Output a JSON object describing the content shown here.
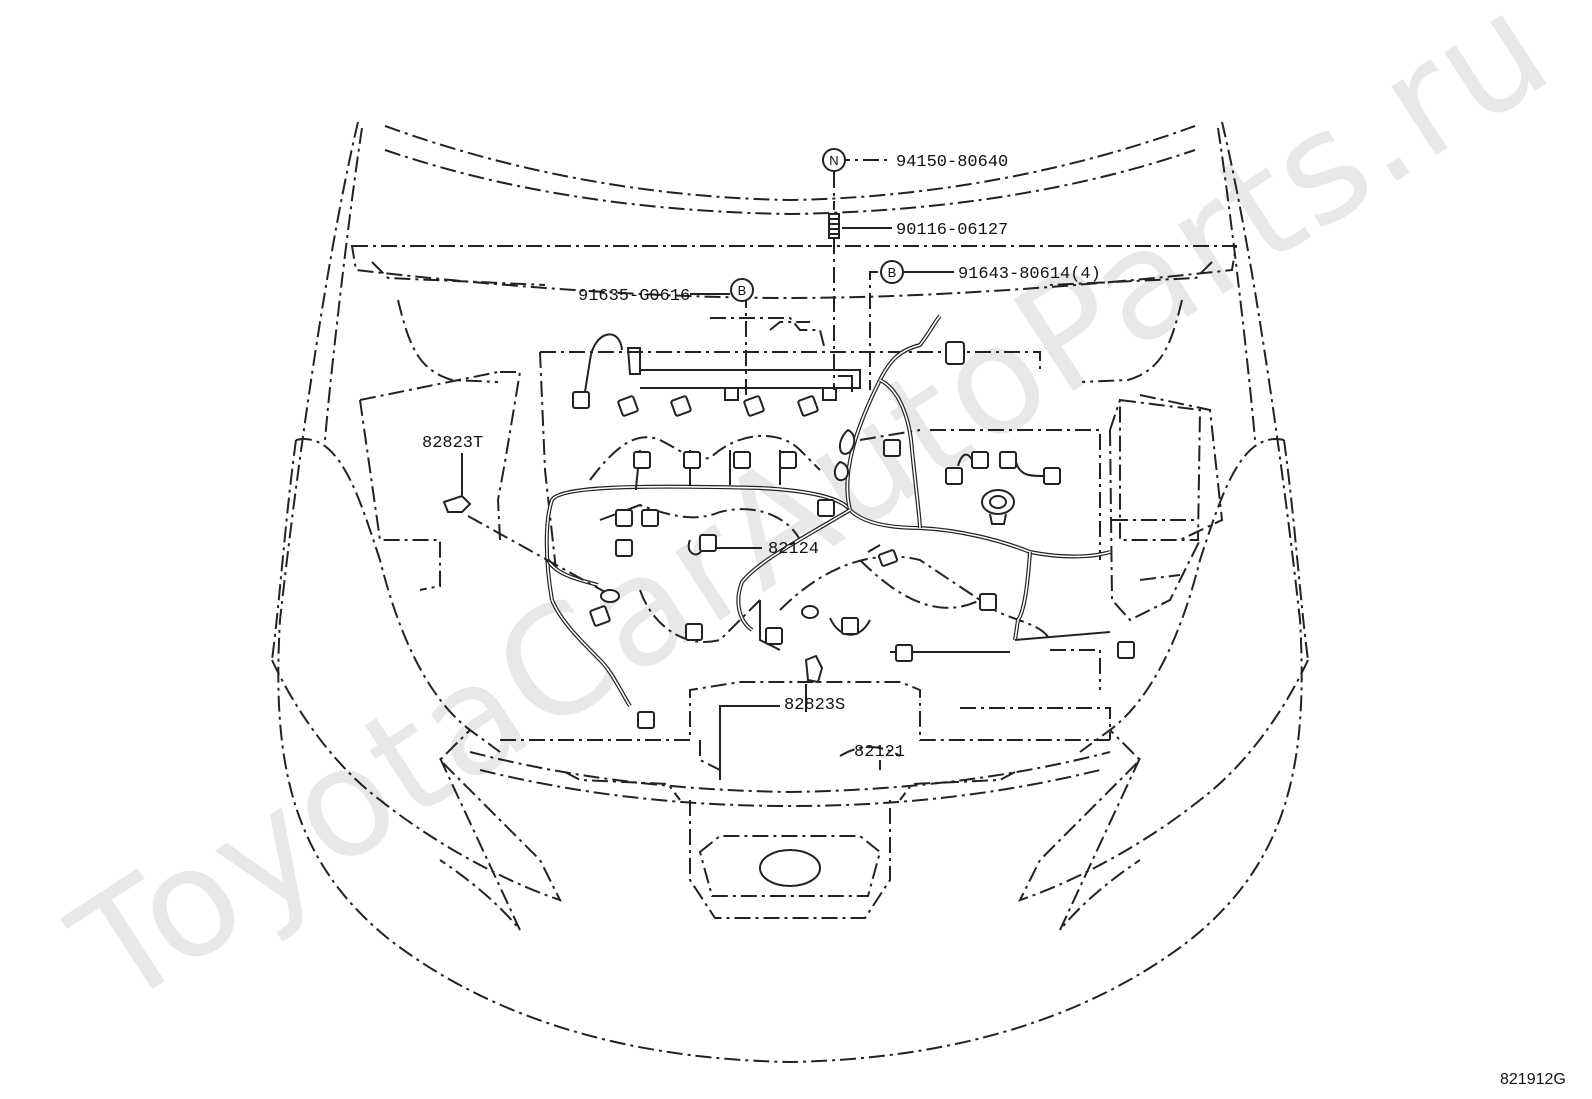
{
  "diagram": {
    "watermark": "ToyotaCarAutoParts.ru",
    "figure_code": "821912G",
    "callouts": [
      {
        "id": "n",
        "part": "94150-80640",
        "symbol": "N"
      },
      {
        "id": "bolt",
        "part": "90116-06127"
      },
      {
        "id": "b_right",
        "part": "91643-80614(4)",
        "symbol": "B"
      },
      {
        "id": "b_left",
        "part": "91635-G0616",
        "symbol": "B"
      },
      {
        "id": "clamp_t",
        "part": "82823T"
      },
      {
        "id": "wire_124",
        "part": "82124"
      },
      {
        "id": "clamp_s",
        "part": "82823S"
      },
      {
        "id": "wire_121",
        "part": "82121"
      }
    ]
  }
}
